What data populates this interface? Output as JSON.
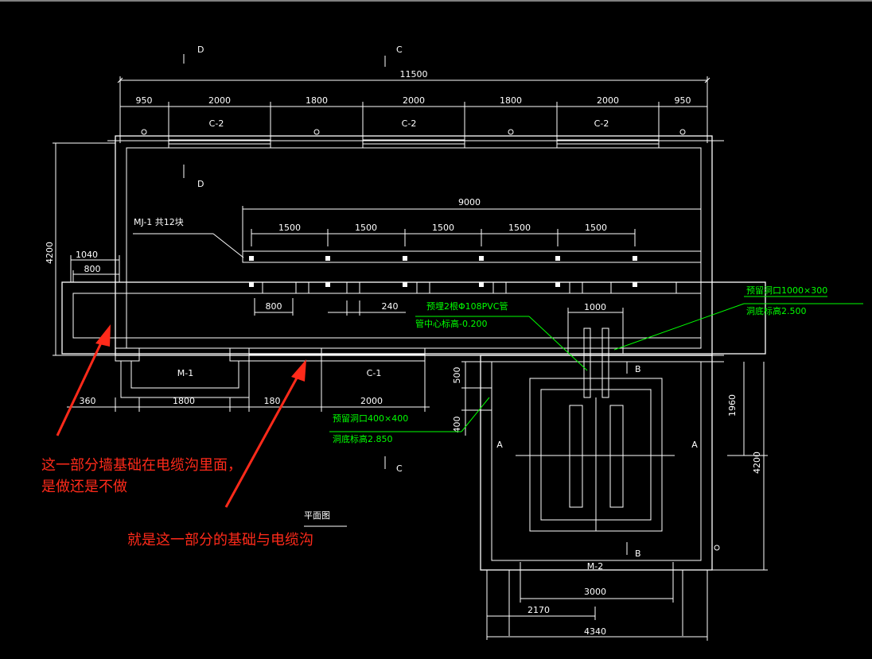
{
  "drawing": {
    "title": "平面图",
    "dims_top": {
      "total": "11500",
      "segments": [
        "950",
        "2000",
        "1800",
        "2000",
        "1800",
        "2000",
        "950"
      ]
    },
    "window_labels": [
      "C-2",
      "C-2",
      "C-2"
    ],
    "section_marks": {
      "d_top": "D",
      "c_top": "C",
      "d_mid": "D",
      "c_bottom": "C",
      "b_top": "B",
      "b_bottom": "B",
      "a_left": "A",
      "a_right": "A"
    },
    "left_height": "4200",
    "mj": {
      "label": "MJ-1 共12块",
      "span": "9000",
      "spacing": [
        "1500",
        "1500",
        "1500",
        "1500",
        "1500"
      ]
    },
    "left_dims": {
      "d1040": "1040",
      "d800": "800"
    },
    "trench": {
      "d800": "800",
      "d240": "240"
    },
    "bottom_labels": {
      "m1": "M-1",
      "c1": "C-1",
      "m2": "M-2"
    },
    "bottom_dims": [
      "360",
      "1800",
      "180",
      "2000"
    ],
    "notes_green": {
      "opening_right_1": "预留洞口1000×300",
      "opening_right_2": "洞底标高2.500",
      "pvc_1": "预埋2根Φ108PVC管",
      "pvc_2": "管中心标高-0.200",
      "opening_bottom_1": "预留洞口400×400",
      "opening_bottom_2": "洞底标高2.850"
    },
    "right_room": {
      "d1000": "1000",
      "d500": "500",
      "d400": "400",
      "d1960": "1960",
      "d4200": "4200",
      "d3000": "3000",
      "d2170": "2170",
      "d4340": "4340"
    }
  },
  "annotations": {
    "note1_line1": "这一部分墙基础在电缆沟里面，",
    "note1_line2": "是做还是不做",
    "note2": "就是这一部分的基础与电缆沟"
  },
  "colors": {
    "background": "#000000",
    "lines": "#ffffff",
    "notes": "#00ff00",
    "annotation": "#ff2a1a"
  }
}
